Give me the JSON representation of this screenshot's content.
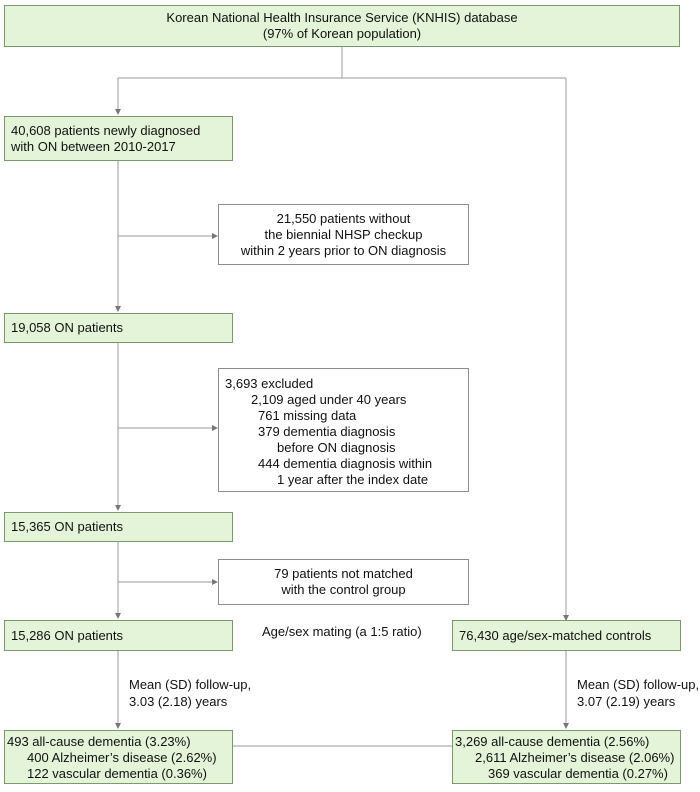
{
  "source_box": {
    "line1": "Korean National Health Insurance Service (KNHIS) database",
    "line2": "(97% of Korean population)"
  },
  "diagnosed_box": {
    "line1": "40,608 patients newly diagnosed",
    "line2": "with ON between 2010-2017"
  },
  "excluded_checkup_box": {
    "line1": "21,550 patients without",
    "line2": "the biennial NHSP checkup",
    "line3": "within 2 years prior to ON diagnosis"
  },
  "on_19058_box": {
    "label": "19,058 ON patients"
  },
  "excluded_box": {
    "title": "3,693 excluded",
    "line1": "2,109 aged under 40 years",
    "line2": "761 missing data",
    "line3": "379 dementia diagnosis",
    "line4": "before ON diagnosis",
    "line5": "444 dementia diagnosis within",
    "line6": "1 year after the index date"
  },
  "on_15365_box": {
    "label": "15,365 ON patients"
  },
  "not_matched_box": {
    "line1": "79 patients not matched",
    "line2": "with the control group"
  },
  "on_15286_box": {
    "label": "15,286 ON patients"
  },
  "matching_label": "Age/sex mating (a 1:5 ratio)",
  "controls_box": {
    "label": "76,430 age/sex-matched controls"
  },
  "followup_on": {
    "line1": "Mean (SD) follow-up,",
    "line2": "3.03 (2.18) years"
  },
  "followup_controls": {
    "line1": "Mean (SD) follow-up,",
    "line2": "3.07 (2.19) years"
  },
  "on_outcome_box": {
    "line1": "493 all-cause dementia (3.23%)",
    "line2": "400 Alzheimer’s disease (2.62%)",
    "line3": "122 vascular dementia (0.36%)"
  },
  "control_outcome_box": {
    "line1": "3,269 all-cause dementia (2.56%)",
    "line2": "2,611 Alzheimer’s disease (2.06%)",
    "line3": "369 vascular dementia (0.27%)"
  },
  "colors": {
    "box_fill": "#e4f4d8",
    "box_border": "#7a9a6a",
    "connector": "#9a9a9a"
  }
}
